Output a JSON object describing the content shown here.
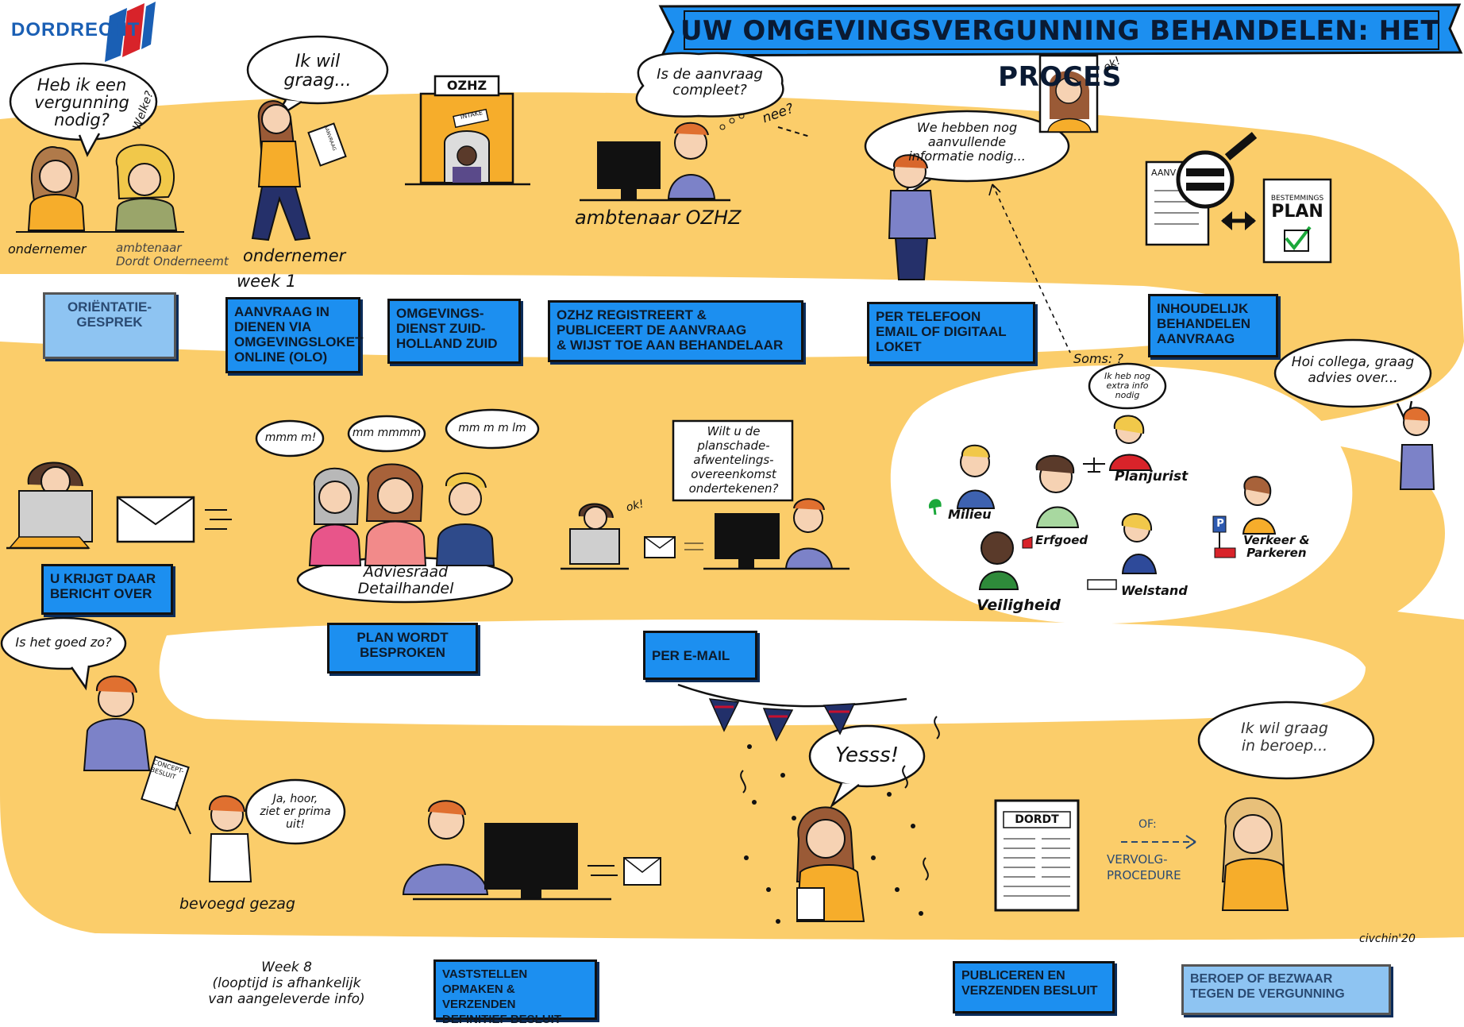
{
  "title": "UW OMGEVINGSVERGUNNING BEHANDELEN: HET PROCES",
  "logo": {
    "text": "DORDRECHT",
    "colors": [
      "#1a5fb4",
      "#d8232a"
    ]
  },
  "signature": "civchin'20",
  "colors": {
    "path": "#fbcd6a",
    "box": "#1c8ff0",
    "box_light": "#8ec4f2",
    "banner": "#1c8ff0",
    "pennant_red": "#c8102e",
    "pennant_blue": "#22306a"
  },
  "speech": {
    "vergunning": "Heb ik een\nvergunning\nnodig?",
    "welke": "Welke?",
    "ikwil": "Ik wil\ngraag...",
    "compleet": "Is de aanvraag\ncompleet?",
    "nee": "nee?",
    "info_nodig": "We hebben nog\naanvullende\ninformatie nodig...",
    "ok_phone": "ok!",
    "extra_info": "Ik heb nog\nextra info\nnodig",
    "collega": "Hoi collega, graag\nadvies over...",
    "scribble1": "mmm m!",
    "scribble2": "mm mmmm",
    "scribble3": "mm m m lm",
    "planschade": "Wilt u de\nplanschade-\nafwentelings-\novereenkomst\nondertekenen?",
    "ok_laptop": "ok!",
    "goed": "Is het goed zo?",
    "prima": "Ja, hoor,\nziet er prima\nuit!",
    "yesss": "Yesss!",
    "beroep": "Ik wil graag\nin beroep..."
  },
  "labels": {
    "ondernemer1": "ondernemer",
    "ambtenaar_dordt": "ambtenaar\nDordt Onderneemt",
    "ondernemer2": "ondernemer",
    "week1": "week 1",
    "ozhz_sign": "OZHZ",
    "intake": "INTAKE",
    "aanvraag_paper": "AANVRAAG",
    "ambtenaar_ozhz": "ambtenaar OZHZ",
    "aanv_doc": "AANV",
    "bestemmings": "BESTEMMINGS",
    "plan": "PLAN",
    "soms": "Soms: ?",
    "adviesraad": "Adviesraad\nDetailhandel",
    "milieu": "Milieu",
    "erfgoed": "Erfgoed",
    "planjurist": "Planjurist",
    "veiligheid": "Veiligheid",
    "welstand": "Welstand",
    "verkeer": "Verkeer &\nParkeren",
    "parking_p": "P",
    "concept": "CONCEPT-\nBESLUIT",
    "bevoegd": "bevoegd gezag",
    "week8": "Week 8\n(looptijd is afhankelijk\nvan aangeleverde info)",
    "dordt_paper": "DORDT",
    "of": "OF:",
    "vervolg": "VERVOLG-\nPROCEDURE"
  },
  "steps": [
    {
      "id": "orientatie",
      "text": "Oriëntatie-\ngesprek",
      "style": "light"
    },
    {
      "id": "aanvraag",
      "text": "Aanvraag in\ndienen via\nOmgevingsloket\nonline (OLO)",
      "style": "normal"
    },
    {
      "id": "omgevingsdienst",
      "text": "Omgevings-\ndienst Zuid-\nHolland Zuid",
      "style": "normal"
    },
    {
      "id": "ozhz",
      "text": "OZHZ registreert &\npubliceert de aanvraag\n& wijst toe aan behandelaar",
      "style": "normal"
    },
    {
      "id": "telefoon",
      "text": "Per telefoon\nemail of digitaal\nloket",
      "style": "normal"
    },
    {
      "id": "inhoudelijk",
      "text": "Inhoudelijk\nbehandelen\naanvraag",
      "style": "normal"
    },
    {
      "id": "bericht",
      "text": "U krijgt daar\nbericht over",
      "style": "normal"
    },
    {
      "id": "plan",
      "text": "Plan wordt\nbesproken",
      "style": "normal"
    },
    {
      "id": "email",
      "text": "Per e-mail",
      "style": "normal"
    },
    {
      "id": "vaststellen",
      "text": "Vaststellen\nopmaken & verzenden\ndefinitief besluit",
      "style": "normal"
    },
    {
      "id": "publiceren",
      "text": "Publiceren en\nverzenden besluit",
      "style": "normal"
    },
    {
      "id": "beroep",
      "text": "Beroep of bezwaar\ntegen de vergunning",
      "style": "light"
    }
  ]
}
